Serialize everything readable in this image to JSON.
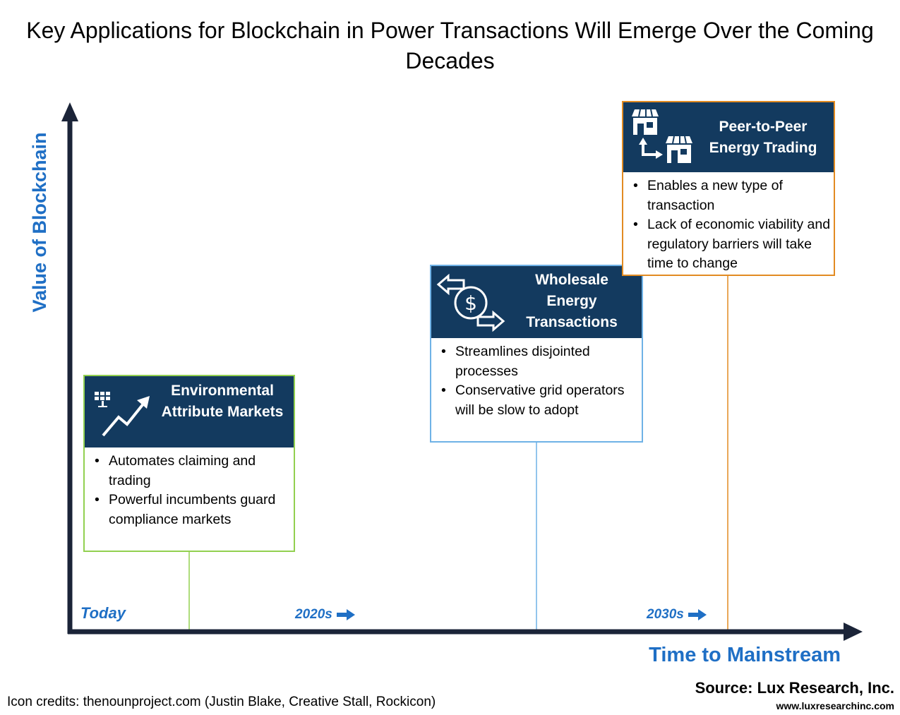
{
  "title": "Key Applications for Blockchain in Power Transactions Will Emerge Over the Coming Decades",
  "axes": {
    "y_label": "Value of Blockchain",
    "x_label": "Time to Mainstream",
    "ticks": {
      "today": "Today",
      "t2020": "2020s",
      "t2030": "2030s"
    }
  },
  "cards": [
    {
      "title": "Environmental Attribute Markets",
      "icon": "solar-growth-icon",
      "color": "#92d050",
      "bullets": [
        "Automates claiming and trading",
        "Powerful incumbents guard compliance markets"
      ]
    },
    {
      "title": "Wholesale Energy Transactions",
      "icon": "dollar-exchange-icon",
      "color": "#6fb2e6",
      "bullets": [
        "Streamlines disjointed processes",
        "Conservative grid operators will be slow to adopt"
      ]
    },
    {
      "title": "Peer-to-Peer Energy Trading",
      "icon": "solar-houses-icon",
      "color": "#e28b22",
      "bullets": [
        "Enables a new type of transaction",
        "Lack of economic viability and regulatory barriers will take time to change"
      ]
    }
  ],
  "colors": {
    "header_bg": "#133a5f",
    "axis": "#1b2438",
    "accent_blue": "#1f6fc5"
  },
  "credits": "Icon credits: thenounproject.com (Justin Blake, Creative Stall, Rockicon)",
  "source": {
    "line1": "Source: Lux Research, Inc.",
    "line2": "www.luxresearchinc.com"
  }
}
